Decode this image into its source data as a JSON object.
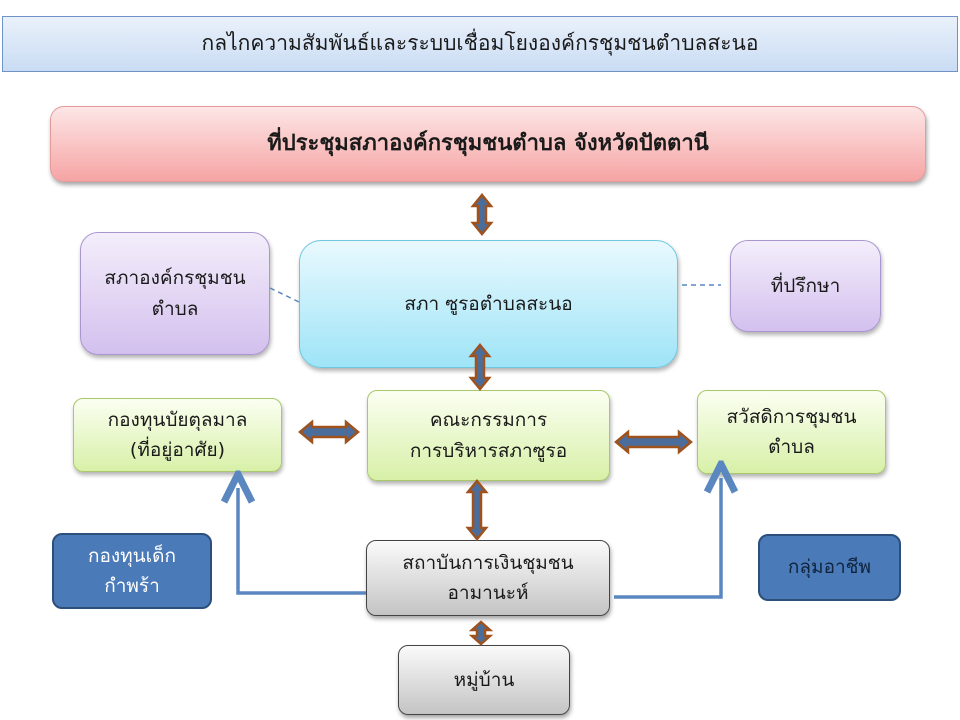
{
  "title": "กลไกความสัมพันธ์และระบบเชื่อมโยงองค์กรชุมชนตำบลสะนอ",
  "header": "ที่ประชุมสภาองค์กรชุมชนตำบล  จังหวัดปัตตานี",
  "nodes": {
    "assembly": {
      "line1": "สภาองค์กรชุมชน",
      "line2": "ตำบล"
    },
    "council": {
      "label": "สภา ซูรอตำบลสะนอ"
    },
    "advisor": {
      "label": "ที่ปรึกษา"
    },
    "fund": {
      "line1": "กองทุนบัยตุลมาล",
      "line2": "(ที่อยู่อาศัย)"
    },
    "committee": {
      "line1": "คณะกรรมการ",
      "line2": "การบริหารสภาซูรอ"
    },
    "welfare": {
      "line1": "สวัสดิการชุมชน",
      "line2": "ตำบล"
    },
    "orphan": {
      "line1": "กองทุนเด็ก",
      "line2": "กำพร้า"
    },
    "finance": {
      "line1": "สถาบันการเงินชุมชน",
      "line2": "อามานะห์"
    },
    "career": {
      "label": "กลุ่มอาชีพ"
    },
    "village": {
      "label": "หมู่บ้าน"
    }
  },
  "colors": {
    "double_arrow_fill": "#4a6d9c",
    "double_arrow_stroke": "#a0521c",
    "flow_arrow": "#5b87c0",
    "dashed_link": "#5b87c0"
  }
}
